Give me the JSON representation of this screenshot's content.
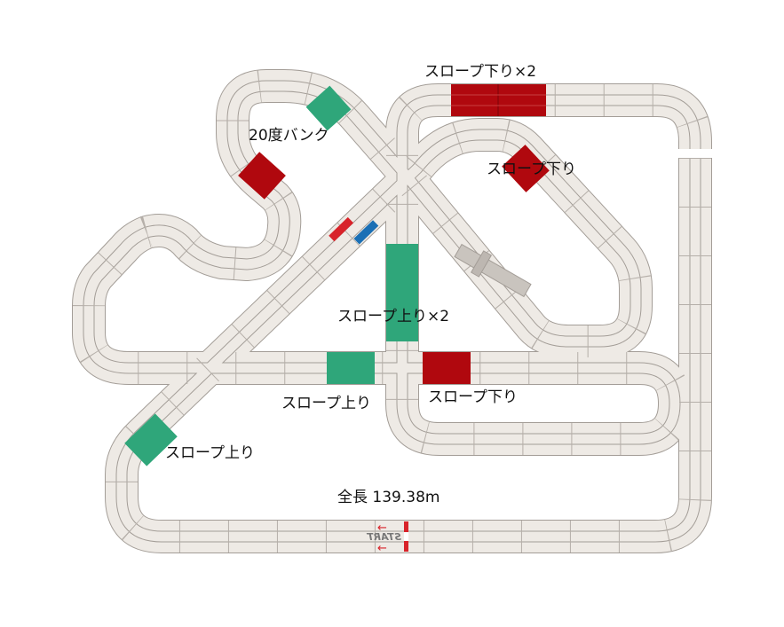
{
  "labels": {
    "slope_down_x2": "スロープ下り×2",
    "bank_20": "20度バンク",
    "slope_down_top_right": "スロープ下り",
    "slope_up_x2": "スロープ上り×2",
    "slope_up_center": "スロープ上り",
    "slope_down_center": "スロープ下り",
    "slope_up_left": "スロープ上り",
    "total_length": "全長 139.38m",
    "start": "START"
  },
  "colors": {
    "track": "#eeeae5",
    "track_line": "#a39d97",
    "slope_up": "#2fa67a",
    "slope_down": "#b0080e",
    "lane_change_red": "#d8232a",
    "lane_change_blue": "#1a6fb5",
    "bridge": "#c9c4be"
  }
}
